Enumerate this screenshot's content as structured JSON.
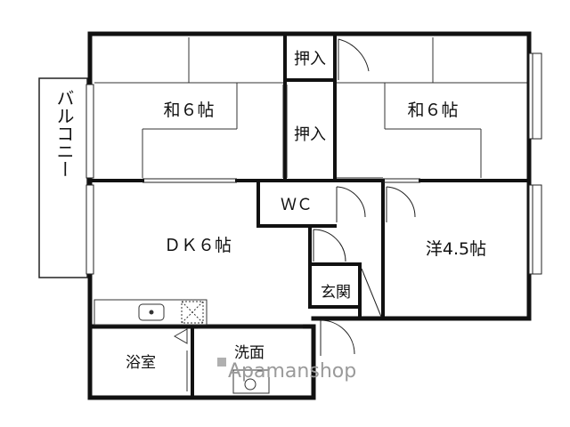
{
  "rooms": {
    "washitsu_left": "和６帖",
    "washitsu_right": "和６帖",
    "oshiire_top": "押入",
    "oshiire_mid": "押入",
    "wc": "ＷＣ",
    "dk": "ＤＫ６帖",
    "youshitsu": "洋4.5帖",
    "genkan": "玄関",
    "bathroom": "浴室",
    "washroom": "洗面"
  },
  "balcony": "バルコニー",
  "watermark": {
    "brand": "Apamanshop"
  }
}
